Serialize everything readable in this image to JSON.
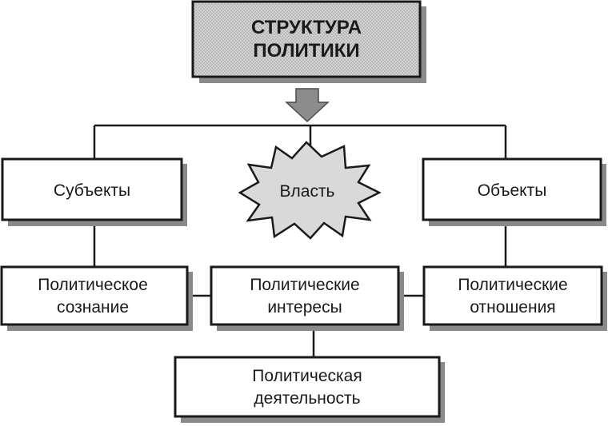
{
  "title": {
    "line1": "СТРУКТУРА",
    "line2": "ПОЛИТИКИ"
  },
  "nodes": {
    "subjects": "Субъекты",
    "power": "Власть",
    "objects": "Объекты",
    "consciousness": {
      "line1": "Политическое",
      "line2": "сознание"
    },
    "interests": {
      "line1": "Политические",
      "line2": "интересы"
    },
    "relations": {
      "line1": "Политические",
      "line2": "отношения"
    },
    "activity": {
      "line1": "Политическая",
      "line2": "деятельность"
    }
  },
  "colors": {
    "title_fill": "#cfcfcf",
    "arrow_fill": "#8c8c8c",
    "star_fill": "#d9d9d9",
    "shadow": "#8a8a8a",
    "line": "#1a1a1a"
  },
  "icons": {
    "down_arrow": "down-arrow-icon",
    "burst": "starburst-shape"
  }
}
